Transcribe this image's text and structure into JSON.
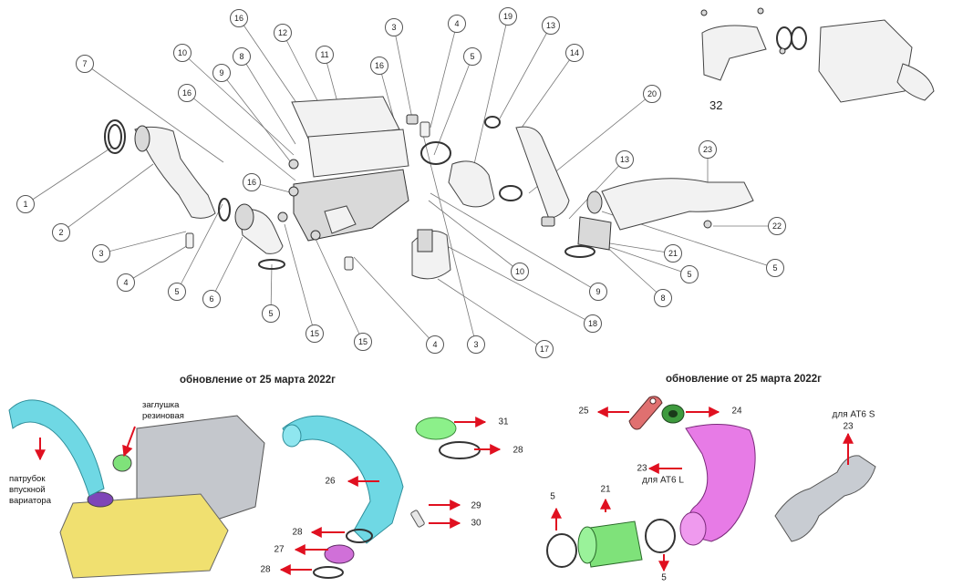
{
  "exploded_view": {
    "callouts": [
      "16",
      "12",
      "3",
      "4",
      "19",
      "13",
      "7",
      "10",
      "9",
      "8",
      "11",
      "16",
      "5",
      "14",
      "20",
      "16",
      "13",
      "23",
      "1",
      "2",
      "16",
      "3",
      "4",
      "5",
      "6",
      "5",
      "15",
      "15",
      "4",
      "3",
      "17",
      "18",
      "10",
      "9",
      "8",
      "5",
      "21",
      "5",
      "22"
    ]
  },
  "inset": {
    "label": "32"
  },
  "left_panel": {
    "heading": "обновление от 25 марта 2022г",
    "plug_label": "заглушка резиновая",
    "pipe_label": "патрубок впускной вариатора",
    "callouts": [
      "31",
      "28",
      "26",
      "29",
      "30",
      "28",
      "27",
      "28"
    ]
  },
  "right_panel": {
    "heading": "обновление от 25 марта 2022г",
    "callouts": [
      "25",
      "24",
      "23",
      "21",
      "5",
      "5"
    ],
    "at6l_label": "для AT6 L",
    "at6s_label": "для AT6 S",
    "at6s_num": "23"
  },
  "colors": {
    "arrow": "#e01020",
    "cyan_pipe": "#6fd8e4",
    "green_part": "#7fe27a",
    "magenta_part": "#e77be6",
    "yellow_cover": "#f0e070",
    "grey_pipe": "#c8ccd2"
  }
}
